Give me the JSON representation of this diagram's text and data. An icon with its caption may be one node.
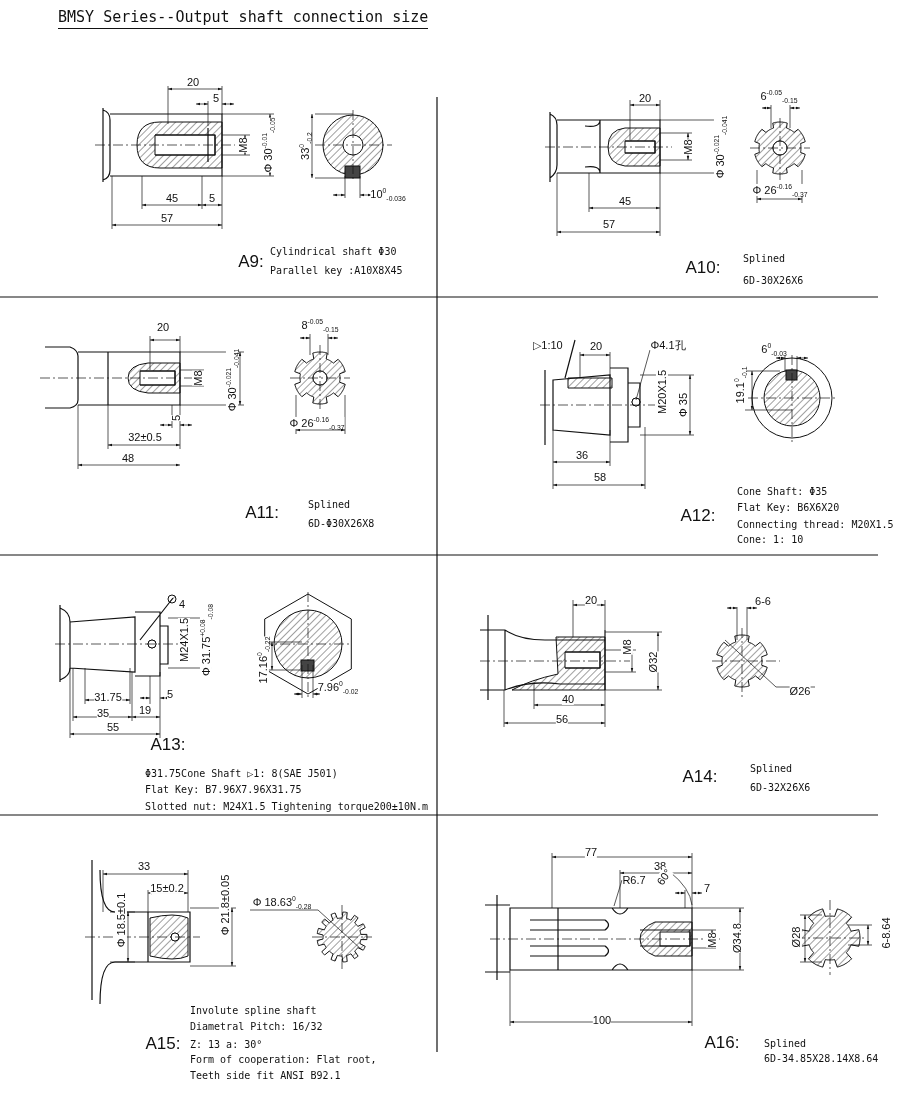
{
  "diagram": {
    "title": "BMSY Series--Output shaft connection size",
    "labels": [
      "20",
      "5",
      "M8",
      "Φ 30$^{-0.01}$$_{-0.05}$",
      "33$^{0}$$_{-0.2}$",
      "10$^{0}$$_{-0.036}$",
      "45",
      "5",
      "57",
      "A9:",
      "Cylindrical shaft Φ30",
      "Parallel key :A10X8X45",
      "20",
      "6$^{-0.05}$$_{-0.15}$",
      "M8",
      "Φ 30$^{-0.021}$$_{-0.041}$",
      "Φ 26$^{-0.16}$$_{-0.37}$",
      "45",
      "57",
      "A10:",
      "Splined",
      "6D-30X26X6",
      "20",
      "8$^{-0.05}$$_{-0.15}$",
      "M8",
      "Φ 30$^{-0.021}$$_{-0.041}$",
      "5",
      "Φ 26$^{-0.16}$$_{-0.37}$",
      "32±0.5",
      "48",
      "A11:",
      "Splined",
      "6D-Φ30X26X8",
      "▷1:10",
      "20",
      "Φ4.1孔",
      "M20X1.5",
      "Φ 35",
      "6$^{0}$$_{-0.03}$",
      "19.1$^{0}$$_{-0.1}$",
      "36",
      "58",
      "A12:",
      "Cone Shaft: Φ35",
      "Flat Key: B6X6X20",
      "Connecting thread: M20X1.5",
      "Cone: 1: 10",
      "4",
      "M24X1.5",
      "Φ 31.75$^{+0.08}$$_{-0.08}$",
      "17.16$^{0}$$_{-0.22}$",
      "7.96$^{0}$$_{-0.02}$",
      "31.75",
      "5",
      "35",
      "19",
      "55",
      "A13:",
      "Φ31.75Cone Shaft ▷1: 8(SAE J501)",
      "Flat Key: B7.96X7.96X31.75",
      "Slotted nut: M24X1.5 Tightening torque200±10N.m",
      "20",
      "6-6",
      "M8",
      "Ø32",
      "40",
      "Ø26",
      "56",
      "A14:",
      "Splined",
      "6D-32X26X6",
      "33",
      "15±0.2",
      "Φ 18.5±0.1",
      "Φ 21.8±0.05",
      "Φ 18.63$^{0}$$_{-0.28}$",
      "Involute spline shaft",
      "Diametral Pitch: 16/32",
      "A15:",
      "Z: 13  a: 30°",
      "Form of cooperation: Flat root,",
      "Teeth side fit ANSI B92.1",
      "77",
      "38",
      "R6.7",
      "60°",
      "7",
      "M8",
      "Ø34.8",
      "Ø28",
      "6-8.64",
      "100",
      "A16:",
      "Splined",
      "6D-34.85X28.14X8.64"
    ]
  }
}
